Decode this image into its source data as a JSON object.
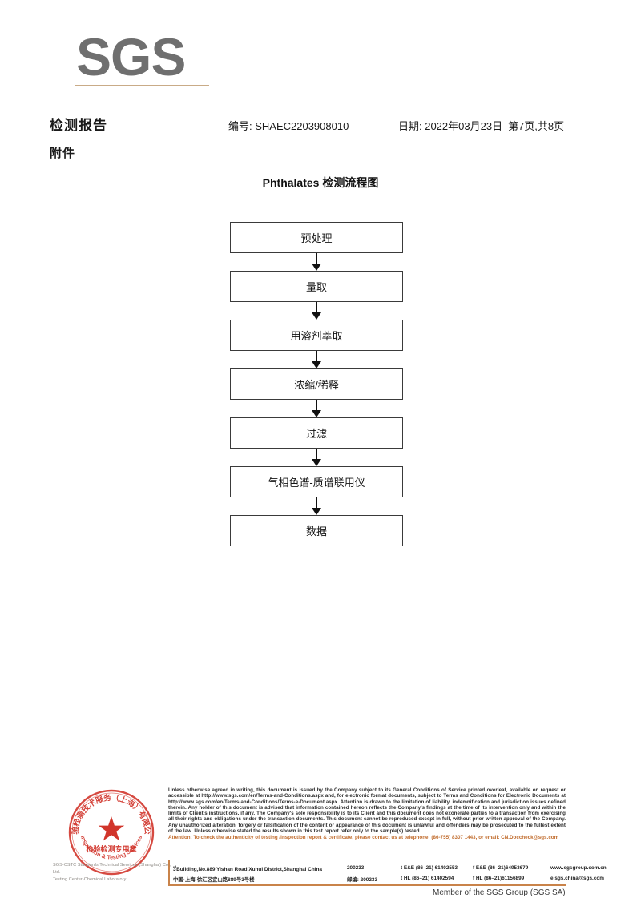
{
  "brand": {
    "logo_text": "SGS",
    "logo_color": "#6f6f6f",
    "rule_color": "#c9ab87"
  },
  "header": {
    "report_title": "检测报告",
    "section_label": "附件",
    "report_no": "编号: SHAEC2203908010",
    "date": "日期: 2022年03月23日",
    "page": "第7页,共8页"
  },
  "flowchart": {
    "title": "Phthalates 检测流程图",
    "nodes": [
      {
        "label": "预处理"
      },
      {
        "label": "量取"
      },
      {
        "label": "用溶剂萃取"
      },
      {
        "label": "浓缩/稀释"
      },
      {
        "label": "过滤"
      },
      {
        "label": "气相色谱-质谱联用仪"
      },
      {
        "label": "数据"
      }
    ]
  },
  "stamp": {
    "outer_text": "检验检测技术服务(上海)有限公司",
    "center_label": "检验检测专用章",
    "sub_label": "Inspection & Testing Services",
    "color": "#cf2a20",
    "company_line1": "SGS-CSTC Standards Technical Services (Shanghai) Co., Ltd.",
    "company_line2": "Testing Center-Chemical Laboratory"
  },
  "legal": {
    "body": "Unless otherwise agreed in writing, this document is issued by the Company subject to its General Conditions of Service printed overleaf, available on request or accessible at http://www.sgs.com/en/Terms-and-Conditions.aspx and, for electronic format documents, subject to Terms and Conditions for Electronic Documents at http://www.sgs.com/en/Terms-and-Conditions/Terms-e-Document.aspx. Attention is drawn to the limitation of liability, indemnification and jurisdiction issues defined therein. Any holder of this document is advised that information contained hereon reflects the Company's findings at the time of its intervention only and within the limits of Client's instructions, if any. The Company's sole responsibility is to its Client and this document does not exonerate parties to a transaction from exercising all their rights and obligations under the transaction documents. This document cannot be reproduced except in full, without prior written approval of the Company. Any unauthorized alteration, forgery or falsification of the content or appearance of this document is unlawful and offenders may be prosecuted to the fullest extent of the law. Unless otherwise stated the results shown in this test report refer only to the sample(s) tested .",
    "attention": "Attention: To check the authenticity of testing /inspection report & certificate, please contact us at telephone: (86-755) 8307 1443, or email: CN.Doccheck@sgs.com",
    "attention_color": "#c06a2a"
  },
  "address": {
    "en_address": "Building,No.889 Yishan Road Xuhui District,Shanghai China",
    "en_prefix": "3",
    "en_sup": "rd",
    "en_zip": "200233",
    "en_tel": "t E&E (86–21) 61402553",
    "en_fax": "f E&E (86–21)64953679",
    "en_web": "www.sgsgroup.com.cn",
    "cn_address": "中国·上海·徐汇区宜山路889号3号楼",
    "cn_zip": "邮编: 200233",
    "cn_tel": "t HL (86–21) 61402594",
    "cn_fax": "f HL (86–21)61156899",
    "cn_web": "e  sgs.china@sgs.com",
    "rule_color": "#c9834a"
  },
  "footer": {
    "member_text": "Member of the SGS Group (SGS SA)"
  }
}
